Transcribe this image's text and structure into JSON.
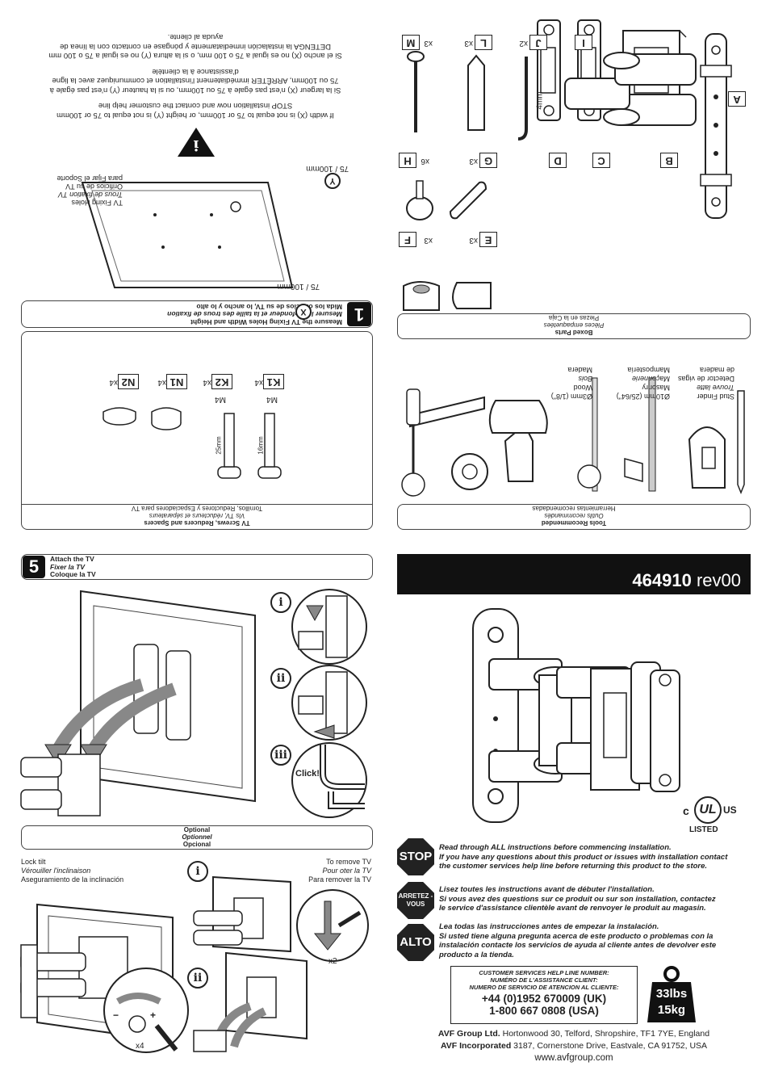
{
  "boxed_parts": {
    "title_en": "Boxed Parts",
    "title_fr": "Pièces empaquetées",
    "title_es": "Piezas en la Caja",
    "parts": [
      {
        "id": "A",
        "qty": ""
      },
      {
        "id": "B",
        "qty": ""
      },
      {
        "id": "C",
        "qty": ""
      },
      {
        "id": "D",
        "qty": ""
      },
      {
        "id": "E",
        "qty": "x3"
      },
      {
        "id": "F",
        "qty": "x3"
      },
      {
        "id": "G",
        "qty": "x3"
      },
      {
        "id": "H",
        "qty": "x6"
      },
      {
        "id": "I",
        "qty": ""
      },
      {
        "id": "J",
        "qty": "x2"
      },
      {
        "id": "L",
        "qty": "x3"
      },
      {
        "id": "M",
        "qty": "x3"
      }
    ],
    "allen_key_size": "4mm"
  },
  "tools": {
    "title_en": "Tools Recommended",
    "title_fr": "Outils recommandés",
    "title_es": "Herramientas recomendadas",
    "stud_finder": [
      "Stud Finder",
      "Trouve latte",
      "Detector de vigas",
      "de madera"
    ],
    "masonry_bit": [
      "Ø10mm (25/64\")",
      "Masonry",
      "Maçonnerie",
      "Mampostería"
    ],
    "wood_bit": [
      "Ø3mm (1/8\")",
      "Wood",
      "Bois",
      "Madera"
    ]
  },
  "tv_screws": {
    "title_en": "TV Screws, Reducers and Spacers",
    "title_fr": "Vis TV, réducteurs et séparateurs",
    "title_es": "Tornillos, Reductores y Espaciadores para TV",
    "items": [
      {
        "id": "K1",
        "qty": "x4",
        "size": "M4",
        "length": "16mm"
      },
      {
        "id": "K2",
        "qty": "x4",
        "size": "M4",
        "length": "25mm"
      },
      {
        "id": "N1",
        "qty": "x4"
      },
      {
        "id": "N2",
        "qty": "x4"
      }
    ]
  },
  "step1": {
    "number": "1",
    "title_en": "Measure the TV Fixing Holes Width and Height",
    "title_fr": "Mesurer la profondeur et la taille des trous de fixation",
    "title_es": "Mida los orificios de su TV, lo ancho y lo alto",
    "x_label": "X",
    "y_label": "Y",
    "x_dim": "75 / 100mm",
    "y_dim": "75 / 100mm",
    "holes_label": [
      "TV Fixing Holes",
      "Trous de fixation TV",
      "Orificios de su TV",
      "para Fijar el Soporte"
    ],
    "warn_en": [
      "If width",
      "is not equal to 75 or 100mm, or height",
      "is not equal to 75 or 100mm",
      "STOP installation now and contact the customer help line"
    ],
    "warn_fr": [
      "Si la largeur",
      "n'est pas égale à 75 ou 100mm, ou si la hauteur",
      "n'est pas égale à",
      "75 ou 100mm, ARRÊTER immédiatement l'installation et communiquez avec la ligne",
      "d'assistance à la clientèle"
    ],
    "warn_es": [
      "Si el ancho",
      "no es igual a 75 o 100 mm, o si la altura",
      "no es igual a 75 o 100 mm",
      "DETENGA la instalación inmediatamente y póngase en contacto con la línea de",
      "ayuda al cliente."
    ]
  },
  "step5": {
    "number": "5",
    "title_en": "Attach the TV",
    "title_fr": "Fixer la TV",
    "title_es": "Coloque la TV",
    "sub_steps": [
      "i",
      "ii",
      "iii"
    ],
    "click": "Click!"
  },
  "optional": {
    "title_en": "Optional",
    "title_fr": "Optionnel",
    "title_es": "Opcional",
    "lock_en": "Lock tilt",
    "lock_fr": "Vérouiller l'inclinaison",
    "lock_es": "Aseguramiento de la inclinación",
    "remove_en": "To remove TV",
    "remove_fr": "Pour oter la TV",
    "remove_es": "Para remover la TV",
    "x4": "x4",
    "x2": "x2",
    "minus": "−",
    "plus": "+",
    "sub_steps": [
      "i",
      "ii"
    ]
  },
  "cover": {
    "model": "464910",
    "rev": "rev00",
    "ul_c": "c",
    "ul_mark": "UL",
    "ul_us": "US",
    "ul_listed": "LISTED"
  },
  "notices": [
    {
      "sign": "STOP",
      "lines": [
        "Read through ALL instructions before commencing installation.",
        "If you have any questions about this product or issues with installation contact",
        "the customer services help line before returning this product to the store."
      ]
    },
    {
      "sign": "ARRETEZ -VOUS",
      "lines": [
        "Lisez toutes les instructions avant de débuter l'installation.",
        "Si vous avez des questions sur ce produit ou sur son installation, contactez",
        "le service d'assistance clientèle avant de renvoyer le produit au magasin."
      ]
    },
    {
      "sign": "ALTO",
      "lines": [
        "Lea todas las instrucciones antes de empezar la instalación.",
        "Si usted  tiene alguna pregunta acerca de este producto o problemas con la",
        "instalación contacte los servicios de ayuda al cliente antes de devolver este",
        "producto a la tienda."
      ]
    }
  ],
  "helpline": {
    "label_en": "CUSTOMER SERVICES HELP LINE NUMBER:",
    "label_fr": "NUMÉRO DE L'ASSISTANCE CLIENT:",
    "label_es": "NUMERO DE SERVICIO DE ATENCION AL CLIENTE:",
    "uk": "+44 (0)1952 670009 (UK)",
    "usa": "1-800 667 0808 (USA)"
  },
  "weight": {
    "lbs": "33lbs",
    "kg": "15kg"
  },
  "company": {
    "uk_name": "AVF Group Ltd.",
    "uk_addr": " Hortonwood 30, Telford, Shropshire, TF1 7YE, England",
    "us_name": "AVF Incorporated",
    "us_addr": " 3187, Cornerstone Drive, Eastvale, CA 91752, USA",
    "web": "www.avfgroup.com"
  },
  "colors": {
    "ink": "#222222",
    "black": "#111111",
    "grey": "#8a8a8a"
  }
}
